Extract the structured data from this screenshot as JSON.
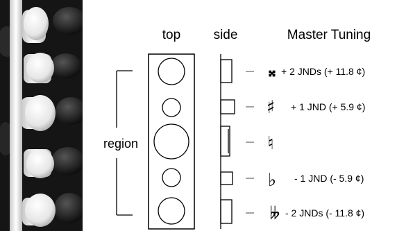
{
  "headers": {
    "top": "top",
    "side": "side",
    "master_tuning": "Master Tuning"
  },
  "region_label": "region",
  "rows": [
    {
      "symbol": "𝄪",
      "symbol_name": "double-sharp",
      "text": "+ 2 JNDs (+ 11.8 ¢)"
    },
    {
      "symbol": "♯",
      "symbol_name": "sharp",
      "text": "+ 1 JND (+ 5.9 ¢)"
    },
    {
      "symbol": "♮",
      "symbol_name": "natural",
      "text": ""
    },
    {
      "symbol": "♭",
      "symbol_name": "flat",
      "text": "- 1 JND (- 5.9 ¢)"
    },
    {
      "symbol": "𝄫",
      "symbol_name": "double-flat",
      "text": "- 2 JNDs (- 11.8 ¢)"
    }
  ],
  "colors": {
    "photo_dark": "#1a1a1a",
    "button_white": "#f2f2f2",
    "line": "#000000",
    "leader": "#555555"
  }
}
